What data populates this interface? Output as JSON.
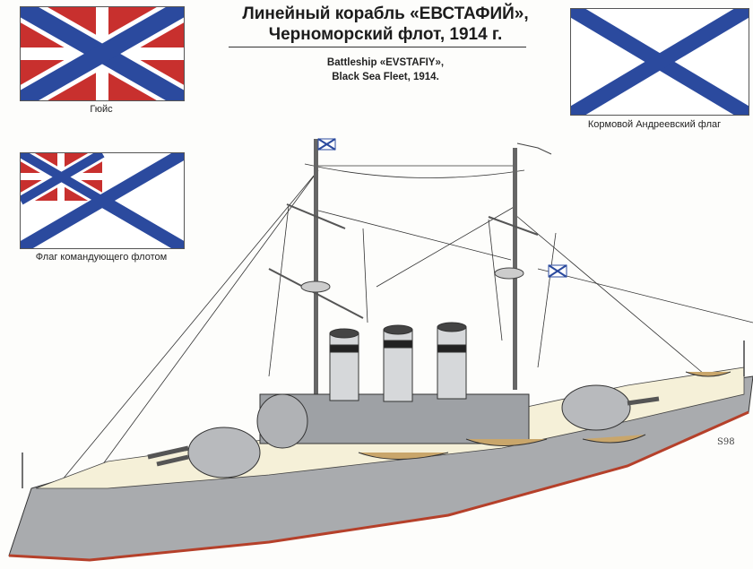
{
  "title": {
    "ru_line1": "Линейный корабль «ЕВСТАФИЙ»,",
    "ru_line2": "Черноморский флот, 1914 г.",
    "en_line1": "Battleship «EVSTAFIY»,",
    "en_line2": "Black Sea Fleet, 1914."
  },
  "flags": [
    {
      "id": "jack",
      "caption": "Гюйс"
    },
    {
      "id": "commander",
      "caption": "Флаг командующего флотом"
    },
    {
      "id": "andreevsky",
      "caption": "Кормовой Андреевский флаг"
    }
  ],
  "colors": {
    "flag_red": "#c8302e",
    "flag_blue": "#2b4a9e",
    "flag_white": "#ffffff",
    "hull_gray": "#a9abae",
    "deck": "#f5f0d8",
    "waterline": "#b5402a"
  },
  "illustration": {
    "subject": "battleship-evstafiy-side-view",
    "signature": "S98"
  }
}
